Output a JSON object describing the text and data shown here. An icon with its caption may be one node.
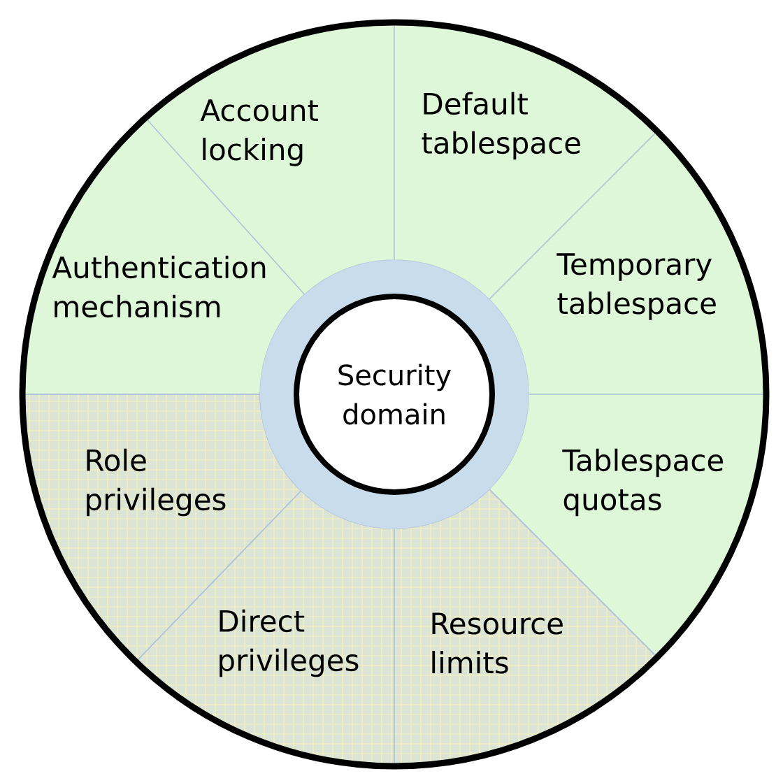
{
  "diagram": {
    "nodes": [
      {
        "text": [
          "Account locking"
        ]
      },
      {
        "text": [
          "Default tablespace"
        ]
      },
      {
        "text": [
          "Authentication mechanism"
        ]
      },
      {
        "text": [
          "Temporary tablespace"
        ]
      },
      {
        "text": [
          "Security domain"
        ]
      },
      {
        "text": [
          "Tablespace quotas"
        ]
      },
      {
        "text": [
          "Role privileges"
        ]
      },
      {
        "text": [
          "Direct privileges"
        ]
      },
      {
        "text": [
          "Resource limits"
        ]
      }
    ]
  }
}
